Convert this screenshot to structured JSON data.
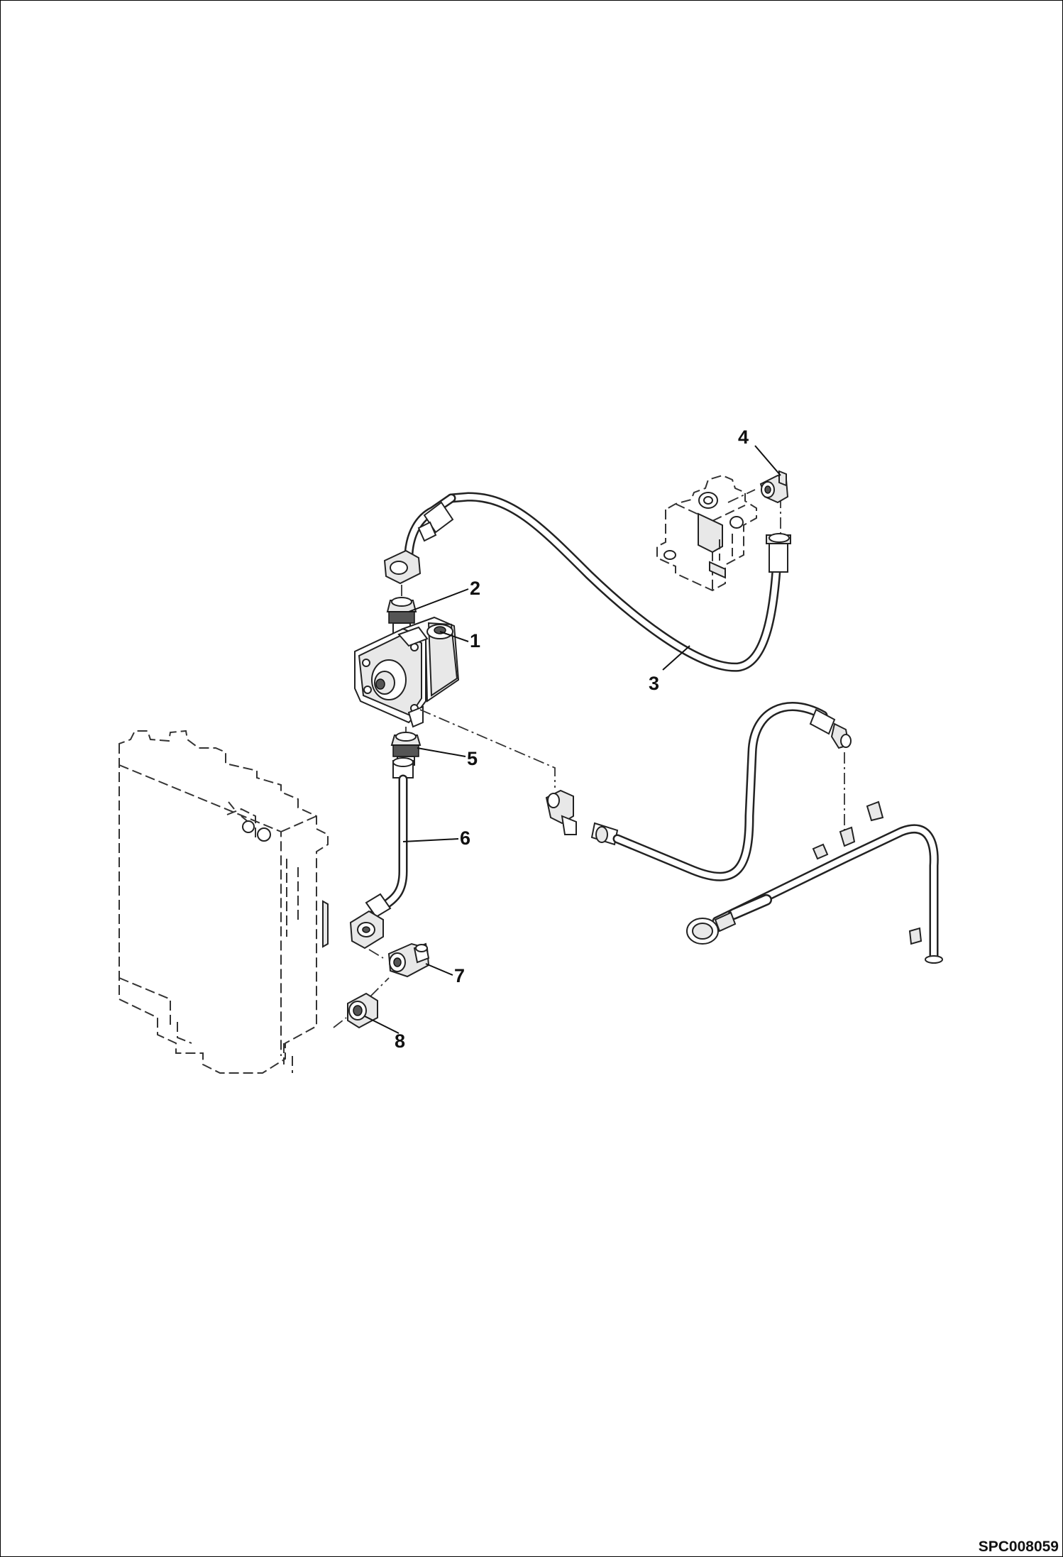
{
  "callouts": [
    {
      "id": "1",
      "text": "1"
    },
    {
      "id": "2",
      "text": "2"
    },
    {
      "id": "3",
      "text": "3"
    },
    {
      "id": "4",
      "text": "4"
    },
    {
      "id": "5",
      "text": "5"
    },
    {
      "id": "6",
      "text": "6"
    },
    {
      "id": "7",
      "text": "7"
    },
    {
      "id": "8",
      "text": "8"
    }
  ],
  "drawing_code": "SPC008059",
  "icons": {
    "pump": "hydraulic-pump-icon",
    "valve": "control-valve-icon",
    "radiator": "radiator-icon"
  },
  "colors": {
    "line": "#222222",
    "background": "#ffffff"
  }
}
